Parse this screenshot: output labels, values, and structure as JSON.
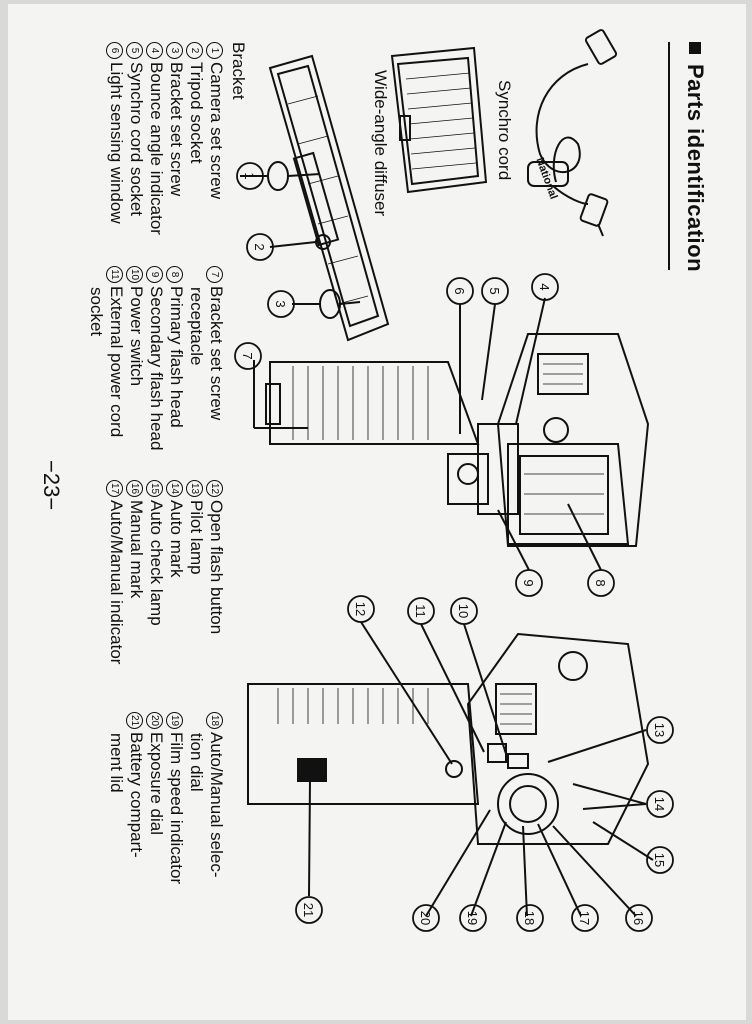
{
  "heading": "Parts identification",
  "labels": {
    "synchro_cord": "Synchro cord",
    "wide_angle_diffuser": "Wide-angle diffuser",
    "bracket": "Bracket"
  },
  "logo_text": "National",
  "callouts": [
    "1",
    "2",
    "3",
    "4",
    "5",
    "6",
    "7",
    "8",
    "9",
    "10",
    "11",
    "12",
    "13",
    "14",
    "15",
    "16",
    "17",
    "18",
    "19",
    "20",
    "21"
  ],
  "parts_columns": [
    [
      {
        "n": "1",
        "lines": [
          "Camera set screw"
        ]
      },
      {
        "n": "2",
        "lines": [
          "Tripod socket"
        ]
      },
      {
        "n": "3",
        "lines": [
          "Bracket set screw"
        ]
      },
      {
        "n": "4",
        "lines": [
          "Bounce angle indicator"
        ]
      },
      {
        "n": "5",
        "lines": [
          "Synchro cord socket"
        ]
      },
      {
        "n": "6",
        "lines": [
          "Light sensing window"
        ]
      }
    ],
    [
      {
        "n": "7",
        "lines": [
          "Bracket set screw",
          "receptacle"
        ]
      },
      {
        "n": "8",
        "lines": [
          "Primary flash head"
        ]
      },
      {
        "n": "9",
        "lines": [
          "Secondary flash head"
        ]
      },
      {
        "n": "10",
        "lines": [
          "Power switch"
        ]
      },
      {
        "n": "11",
        "lines": [
          "External power cord",
          "socket"
        ]
      }
    ],
    [
      {
        "n": "12",
        "lines": [
          "Open flash button"
        ]
      },
      {
        "n": "13",
        "lines": [
          "Pilot lamp"
        ]
      },
      {
        "n": "14",
        "lines": [
          "Auto mark"
        ]
      },
      {
        "n": "15",
        "lines": [
          "Auto check lamp"
        ]
      },
      {
        "n": "16",
        "lines": [
          "Manual mark"
        ]
      },
      {
        "n": "17",
        "lines": [
          "Auto/Manual indicator"
        ]
      }
    ],
    [
      {
        "n": "18",
        "lines": [
          "Auto/Manual selec-",
          "tion dial"
        ]
      },
      {
        "n": "19",
        "lines": [
          "Film speed indicator"
        ]
      },
      {
        "n": "20",
        "lines": [
          "Exposure dial"
        ]
      },
      {
        "n": "21",
        "lines": [
          "Battery compart-",
          "ment lid"
        ]
      }
    ]
  ],
  "page_number": "−23−"
}
